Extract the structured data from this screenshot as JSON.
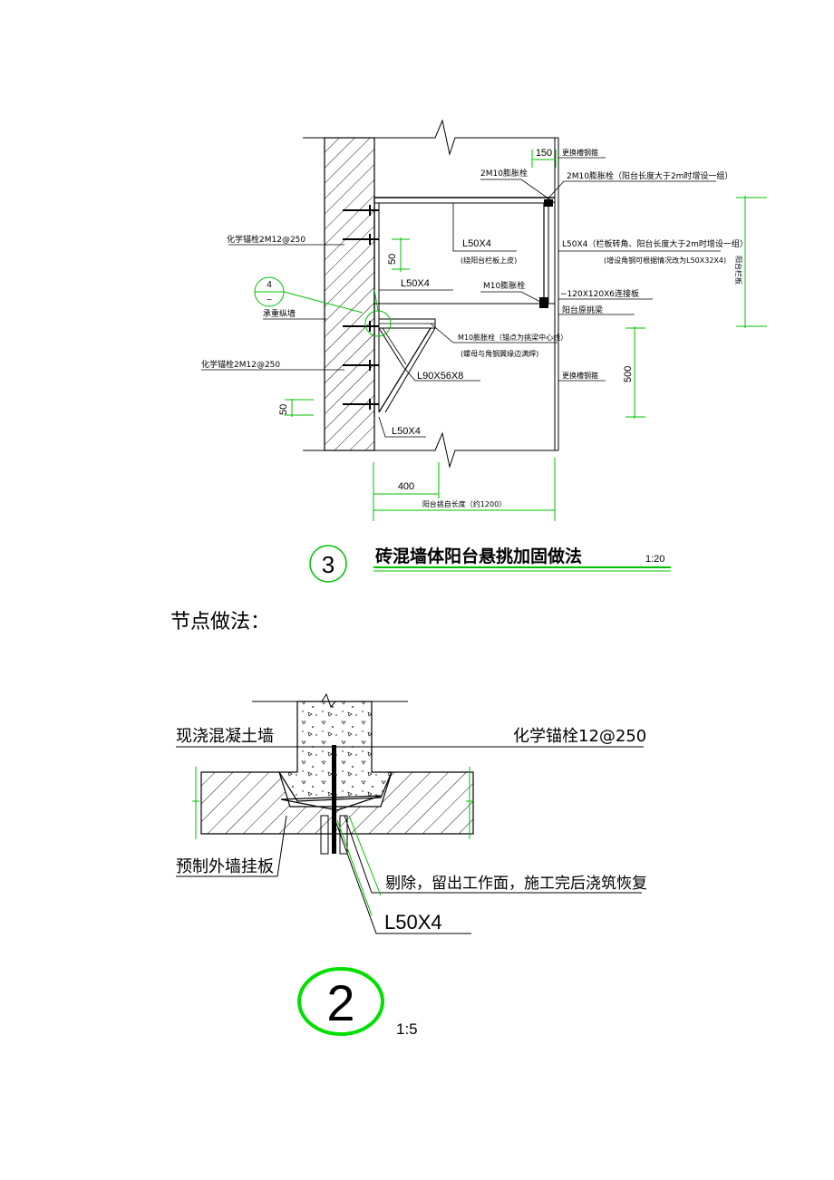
{
  "drawing3": {
    "labels": {
      "dim150": "150",
      "anchor_2m10": "2M10膨胀栓",
      "anchor_2m10_note": "2M10膨胀栓（阳台长度大于2m时增设一组）",
      "change_channel_top": "更换槽钢箍",
      "chem_anchor_upper": "化学锚栓2M12@250",
      "angle_l50_1": "L50X4",
      "angle_l50_1_note": "(绕阳台栏板上皮)",
      "angle_l50_2": "L50X4（栏板转角、阳台长度大于2m时增设一组）",
      "angle_l50_2_note": "(增设角钢可根据情况改为L50X32X4)",
      "dim50_upper": "50",
      "angle_l50_3": "L50X4",
      "m10_anchor": "M10膨胀栓",
      "plate": "−120X120X6连接板",
      "bearing_wall": "承重纵墙",
      "balcony_beam": "阳台原挑梁",
      "m10_anchor_2": "M10膨胀栓（锚点为挑梁中心线）",
      "m10_anchor_2_note": "(螺母与角钢翼缘边满焊)",
      "chem_anchor_lower": "化学锚栓2M12@250",
      "angle_l90": "L90X56X8",
      "change_channel_bottom": "更换槽钢箍",
      "dim50_lower": "50",
      "angle_l50_bottom": "L50X4",
      "dim500": "500",
      "dim400": "400",
      "cantilever_length": "阳台挑自长度（约1200）",
      "right_vertical": "阳台栏板",
      "detail_no": "4",
      "detail_sub": "−"
    },
    "number": "3",
    "title": "砖混墙体阳台悬挑加固做法",
    "scale": "1:20"
  },
  "section_heading": "节点做法：",
  "drawing2": {
    "labels": {
      "wall": "现浇混凝土墙",
      "anchor": "化学锚栓12@250",
      "panel": "预制外墙挂板",
      "note": "剔除，留出工作面，施工完后浇筑恢复",
      "angle": "L50X4"
    },
    "number": "2",
    "scale": "1:5"
  },
  "colors": {
    "line": "#000000",
    "accent": "#00c000",
    "hatch": "#000000"
  }
}
